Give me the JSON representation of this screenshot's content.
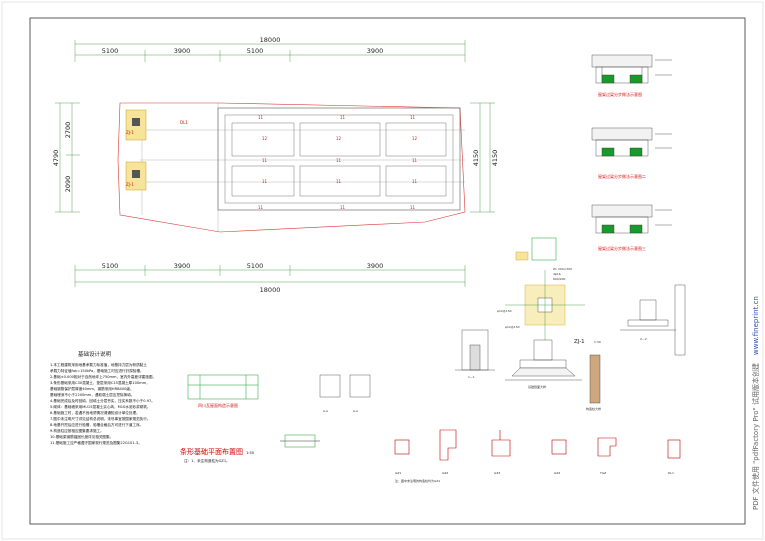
{
  "plan": {
    "top_total": "18000",
    "bottom_total": "18000",
    "top_spans": [
      "5100",
      "3900",
      "5100",
      "3900"
    ],
    "bottom_spans": [
      "5100",
      "3900",
      "5100",
      "3900"
    ],
    "left_total": "4790",
    "left_spans": [
      "2700",
      "2090"
    ],
    "right_total": "4150",
    "right_total_2": "4150",
    "zj_labels": [
      "ZJ-1",
      "ZJ-1"
    ],
    "dl_label": "DL1",
    "title": "条形基础平面布置图",
    "scale": "1:50",
    "note": "注：1、未注构造柱为GZ1。"
  },
  "notes": {
    "heading": "基础设计说明",
    "lines": [
      "1.本工程建筑采用地基承载力标准值，地基持力层为粉质黏土",
      "  承载力特征值fak=150kPa，基础施工时应进行钎探验槽。",
      "2.基础±0.000相对于自然地坪上750mm，室内外高差详建施图。",
      "3.条形基础采用C30混凝土，垫层采用C15混凝土厚100mm，",
      "  基础钢筋保护层厚度40mm，钢筋采用HRB400级。",
      "  基础埋深不小于2200mm，遇软弱土层应挖除换填。",
      "4.基础完成后及时回填，回填土分层夯实，压实系数不小于0.97。",
      "5.砌体：基础墙采用MU15混凝土实心砖，M10水泥砂浆砌筑。",
      "6.基础施工时，若遇不良地质情况请通知设计单位处理。",
      "7.图中未注明尺寸详见结构总说明，未尽事宜按国家规范执行。",
      "8.地基开挖后应进行验槽，验槽合格后方可进行下道工序。",
      "9.构造柱应按相应图集要求施工。",
      "10.基础梁钢筋锚固长度详见相关图集。",
      "11.基础施工应严格遵守国家现行规范及图集22G101-3。"
    ]
  },
  "details": {
    "section_titles": [
      "屋架过梁分步做法示意图",
      "屋架过梁分步做法示意图二",
      "屋架过梁分步做法示意图三"
    ],
    "zj_detail": "ZJ-1",
    "zj_scale": "1:30",
    "zj_spec": "Z1 300×300",
    "zj_bar": "4φ16",
    "zj_top": "600/200",
    "zj_1": "φ12@150",
    "zj_2": "φ12@150",
    "aa_labels": [
      "A-A",
      "A-A"
    ],
    "base_detail": "基础剖面大样",
    "sub_title": "四川瓦屋面构造示意图",
    "col_labels": [
      "GZ1",
      "GZ2",
      "GZ3",
      "GZ4",
      "TGZ",
      "DL1"
    ],
    "elev_labels": [
      "1—1",
      "2—2"
    ],
    "misc_label": "构造柱大样",
    "small_note": "注：图中未注明的构造柱均为GZ1"
  },
  "side_text": {
    "gray": "PDF 文件使用 \"pdfFactory Pro\" 试用版本创建",
    "url": "www.fineprint.cn"
  },
  "colors": {
    "border": "#333333",
    "red": "#dd2222",
    "green": "#1a9a2a",
    "yellow": "#e0c020",
    "blue": "#2c4fb8"
  }
}
